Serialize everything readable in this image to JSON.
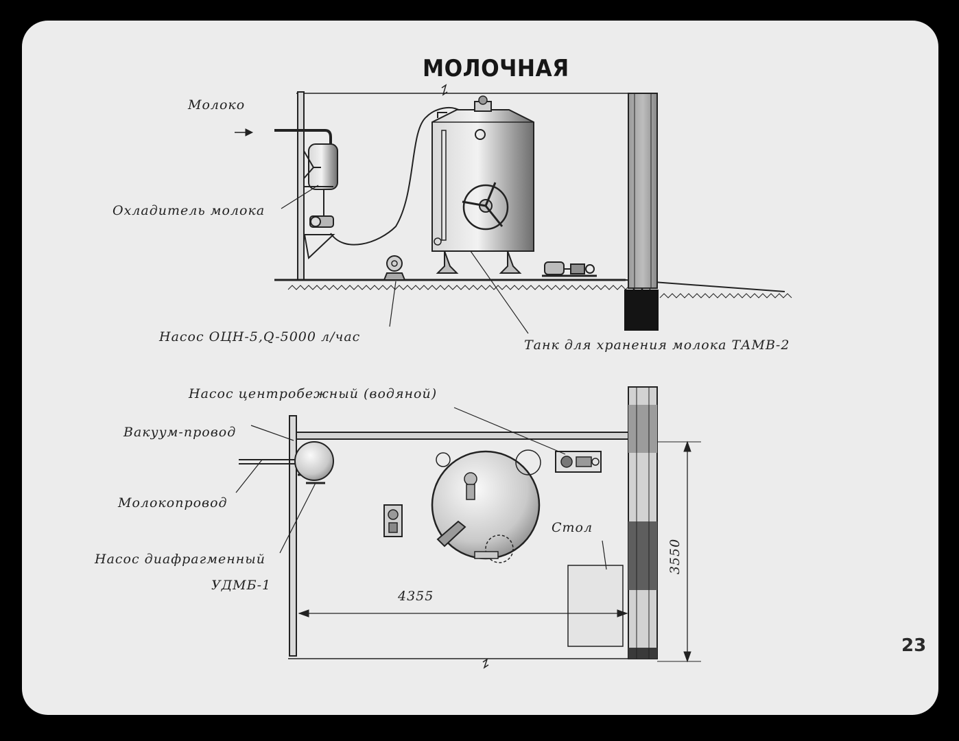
{
  "title": "МОЛОЧНАЯ",
  "page_number": "23",
  "side_view": {
    "labels": {
      "milk": "Молоко",
      "cooler": "Охладитель молока",
      "pump": "Насос ОЦН-5,Q-5000 л/час",
      "tank": "Танк для хранения молока ТАМВ-2"
    }
  },
  "plan_view": {
    "labels": {
      "centrifugal_pump": "Насос центробежный (водяной)",
      "vacuum_line": "Вакуум-провод",
      "milk_line": "Молокопровод",
      "diaphragm_pump_line1": "Насос диафрагменный",
      "diaphragm_pump_line2": "УДМБ-1",
      "table": "Стол"
    },
    "dimensions": {
      "width": "4355",
      "depth": "3550"
    }
  }
}
